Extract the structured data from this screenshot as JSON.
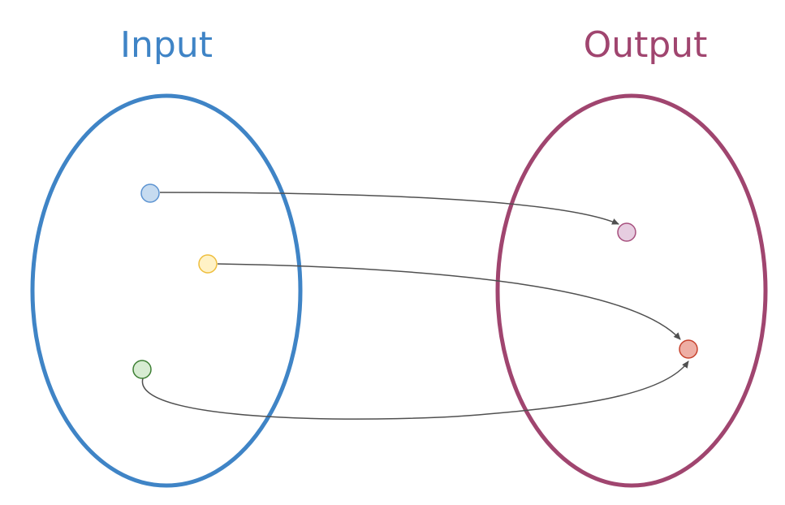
{
  "sets": [
    {
      "id": "input",
      "title": "Input",
      "stroke": "#3f84c6",
      "points": [
        {
          "id": "input-blue",
          "fill": "#c6dbf0",
          "stroke": "#5c93d1"
        },
        {
          "id": "input-yellow",
          "fill": "#fff2c6",
          "stroke": "#eebe3d"
        },
        {
          "id": "input-green",
          "fill": "#d7ecd2",
          "stroke": "#3d7f33"
        }
      ]
    },
    {
      "id": "output",
      "title": "Output",
      "stroke": "#a0456f",
      "points": [
        {
          "id": "output-pink",
          "fill": "#e6cde0",
          "stroke": "#a7507e"
        },
        {
          "id": "output-red",
          "fill": "#eeaea4",
          "stroke": "#c7432e"
        }
      ]
    }
  ],
  "mappings": [
    {
      "from": "input-blue",
      "to": "output-pink"
    },
    {
      "from": "input-yellow",
      "to": "output-red"
    },
    {
      "from": "input-green",
      "to": "output-red"
    }
  ],
  "arrow_color": "#505050"
}
